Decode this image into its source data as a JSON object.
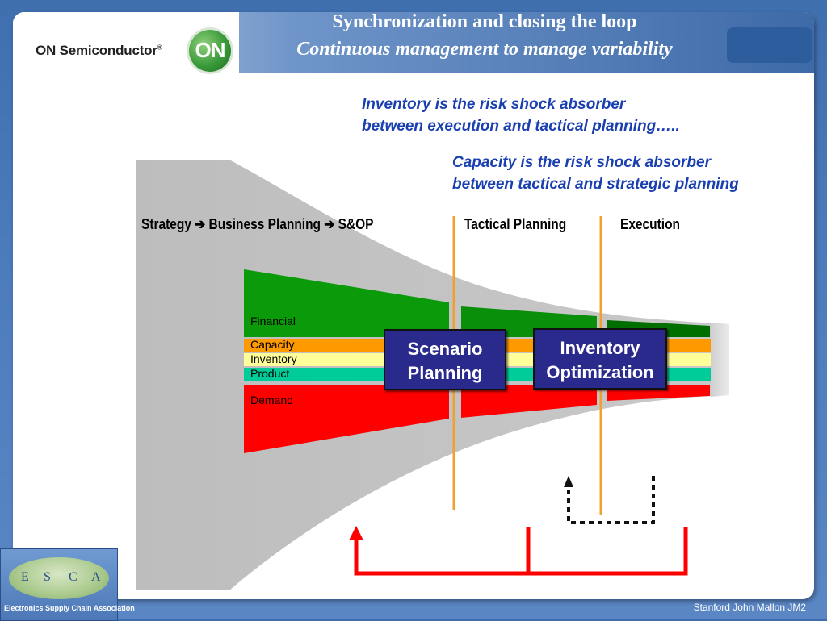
{
  "header": {
    "logo_brand": "ON Semiconductor",
    "logo_mark": "ON",
    "title": "Synchronization and closing the loop",
    "subtitle": "Continuous management to manage variability"
  },
  "quotes": {
    "inventory_line1": "Inventory is the risk shock absorber",
    "inventory_line2": "between execution and tactical planning…..",
    "capacity_line1": "Capacity is the risk shock absorber",
    "capacity_line2": "between tactical and strategic planning"
  },
  "stages": {
    "strategic": "Strategy  ➔ Business Planning ➔ S&OP",
    "tactical": "Tactical Planning",
    "execution": "Execution"
  },
  "bands": {
    "financial": "Financial",
    "capacity": "Capacity",
    "inventory": "Inventory",
    "product": "Product",
    "demand": "Demand"
  },
  "tools": {
    "scenario_line1": "Scenario",
    "scenario_line2": "Planning",
    "inventory_line1": "Inventory",
    "inventory_line2": "Optimization"
  },
  "esca": {
    "letters": [
      "E",
      "S",
      "C",
      "A"
    ],
    "name": "Electronics Supply Chain Association"
  },
  "footer": "Stanford John Mallon JM2",
  "colors": {
    "financial": "#0a9a0a",
    "capacity": "#ff9900",
    "inventory": "#ffff99",
    "product": "#00cc99",
    "demand": "#ff0000",
    "divider": "#f0a030",
    "tool_box": "#2a2a8c",
    "quote_text": "#1a3fb0"
  }
}
